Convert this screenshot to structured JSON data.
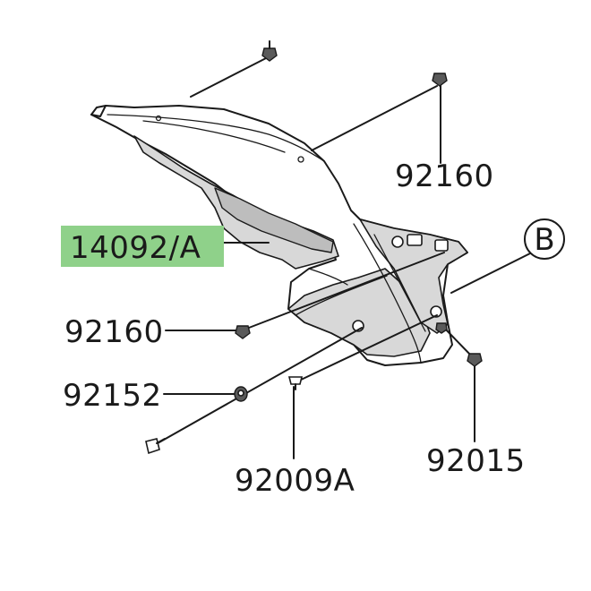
{
  "diagram": {
    "highlight_color": "#8fd18a",
    "line_color": "#1a1a1a",
    "parts": [
      {
        "id": "p-92160-top",
        "number": "92160"
      },
      {
        "id": "p-14092",
        "number": "14092/A",
        "highlighted": true
      },
      {
        "id": "p-92160-left",
        "number": "92160"
      },
      {
        "id": "p-92152",
        "number": "92152"
      },
      {
        "id": "p-92009A",
        "number": "92009A"
      },
      {
        "id": "p-92015",
        "number": "92015"
      }
    ],
    "reference": {
      "letter": "B"
    }
  }
}
